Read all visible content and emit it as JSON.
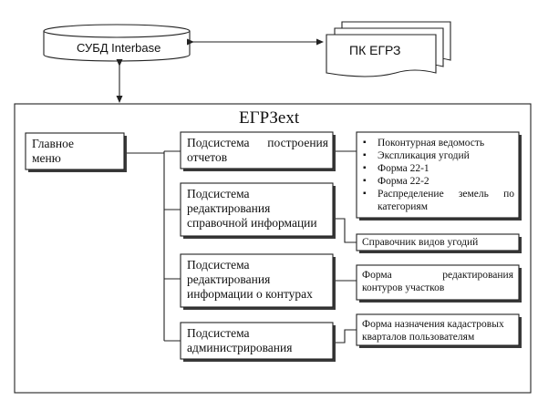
{
  "database": {
    "label": "СУБД Interbase"
  },
  "external": {
    "label": "ПК ЕГРЗ"
  },
  "system": {
    "title": "ЕГРЗext"
  },
  "main_menu": {
    "line1": "Главное",
    "line2": "меню"
  },
  "subsystems": [
    {
      "lines": [
        "Подсистема построения",
        "отчетов"
      ]
    },
    {
      "lines": [
        "Подсистема",
        "редактирования",
        "справочной информации"
      ]
    },
    {
      "lines": [
        "Подсистема",
        "редактирования",
        "информации о контурах"
      ]
    },
    {
      "lines": [
        "Подсистема",
        "администрирования"
      ]
    }
  ],
  "reports": [
    "Поконтурная ведомость",
    "Экспликация угодий",
    "Форма 22-1",
    "Форма 22-2",
    "Распределение земель по категориям"
  ],
  "reference_form": "Справочник видов угодий",
  "contour_form": {
    "line1": "Форма редактирования",
    "line2": "контуров участков"
  },
  "admin_form": {
    "line1": "Форма назначения кадастровых",
    "line2": "кварталов пользователям"
  }
}
